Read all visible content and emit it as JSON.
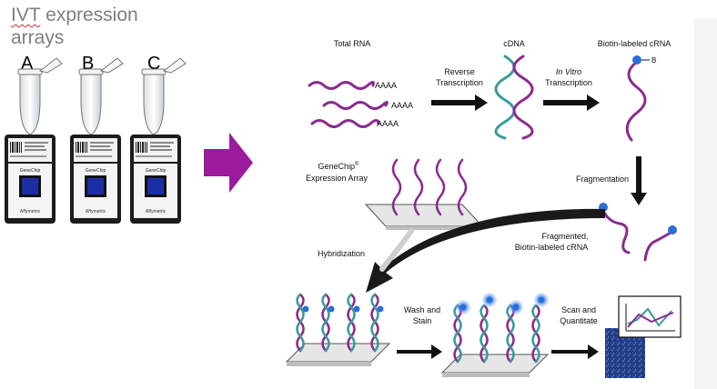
{
  "title": {
    "first_word": "IVT",
    "rest": "expression",
    "line2": "arrays"
  },
  "samples": [
    "A",
    "B",
    "C"
  ],
  "chips": [
    {
      "brand": "GeneChip",
      "maker": "Affymetrix"
    },
    {
      "brand": "GeneChip",
      "maker": "Affymetrix"
    },
    {
      "brand": "GeneChip",
      "maker": "Affymetrix"
    }
  ],
  "colors": {
    "arrow": "#9b1b9b",
    "rna": "#8b2a8f",
    "cdna": "#3a9a9a",
    "biotin": "#2a6fd8",
    "title": "#7f7f7f"
  },
  "workflow": {
    "total_rna": "Total RNA",
    "aaaa": "AAAA",
    "reverse_transcription_1": "Reverse",
    "reverse_transcription_2": "Transcription",
    "cdna": "cDNA",
    "in_vitro": "In Vitro",
    "transcription": "Transcription",
    "biotin_crna": "Biotin-labeled cRNA",
    "b_label": "B",
    "fragmentation": "Fragmentation",
    "fragmented_1": "Fragmented,",
    "fragmented_2": "Biotin-labeled cRNA",
    "genechip": "GeneChip",
    "reg": "®",
    "expression_array": "Expression Array",
    "hybridization": "Hybridization",
    "wash_1": "Wash and",
    "wash_2": "Stain",
    "scan_1": "Scan and",
    "scan_2": "Quantitate"
  }
}
